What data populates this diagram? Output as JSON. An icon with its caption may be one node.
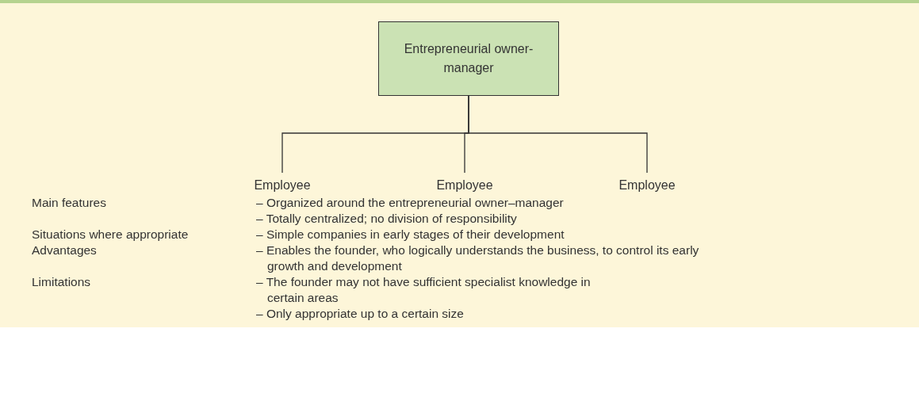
{
  "diagram": {
    "nodes": [
      {
        "text": [
          "Entrepreneurial owner-manager"
        ]
      },
      {
        "text": [
          "Employee"
        ]
      },
      {
        "text": [
          "Employee"
        ]
      },
      {
        "text": [
          "Employee"
        ]
      }
    ],
    "edges": [
      {
        "from": 0,
        "to": 1,
        "arrow": "none"
      },
      {
        "from": 0,
        "to": 2,
        "arrow": "none"
      },
      {
        "from": 0,
        "to": 3,
        "arrow": "none"
      }
    ],
    "labels": [
      "Main features",
      "– Organized around the entrepreneurial owner–manager",
      "– Totally centralized; no division of responsibility",
      "Situations where appropriate",
      "– Simple companies in early stages of their development",
      "Advantages",
      "– Enables the founder, who logically understands the business, to control its early growth and development",
      "Limitations",
      "– The founder may not have sufficient specialist knowledge in certain areas",
      "– Only appropriate up to a certain size"
    ]
  }
}
